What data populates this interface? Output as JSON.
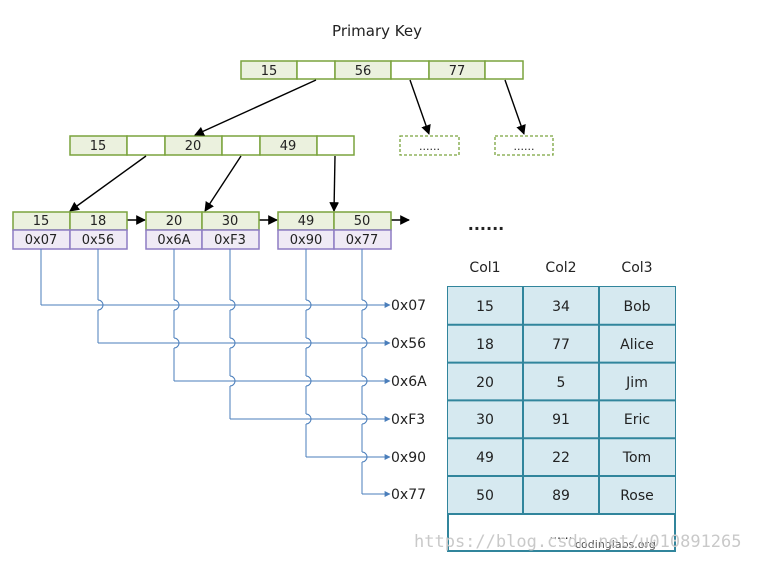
{
  "diagram": {
    "title": "Primary Key",
    "root_keys": [
      "15",
      "56",
      "77"
    ],
    "mid_keys": [
      "15",
      "20",
      "49"
    ],
    "placeholder": "......",
    "ellipsis": "......",
    "leaves": [
      {
        "keys": [
          "15",
          "18"
        ],
        "addrs": [
          "0x07",
          "0x56"
        ]
      },
      {
        "keys": [
          "20",
          "30"
        ],
        "addrs": [
          "0x6A",
          "0xF3"
        ]
      },
      {
        "keys": [
          "49",
          "50"
        ],
        "addrs": [
          "0x90",
          "0x77"
        ]
      }
    ],
    "pointers": [
      "0x07",
      "0x56",
      "0x6A",
      "0xF3",
      "0x90",
      "0x77"
    ],
    "table": {
      "headers": [
        "Col1",
        "Col2",
        "Col3"
      ],
      "rows": [
        [
          "15",
          "34",
          "Bob"
        ],
        [
          "18",
          "77",
          "Alice"
        ],
        [
          "20",
          "5",
          "Jim"
        ],
        [
          "30",
          "91",
          "Eric"
        ],
        [
          "49",
          "22",
          "Tom"
        ],
        [
          "50",
          "89",
          "Rose"
        ]
      ],
      "footer": "......"
    },
    "watermark_credit": "codinglabs.org",
    "watermark_url": "https://blog.csdn.net/u010891265"
  },
  "colors": {
    "node_green_border": "#7aa33d",
    "node_green_fill": "#ebf1de",
    "addr_purple_border": "#8e7cc3",
    "addr_purple_fill": "#efeaf5",
    "pointer_blue": "#4a7ebb",
    "table_border": "#31859c",
    "table_fill": "#d6e9f0"
  }
}
